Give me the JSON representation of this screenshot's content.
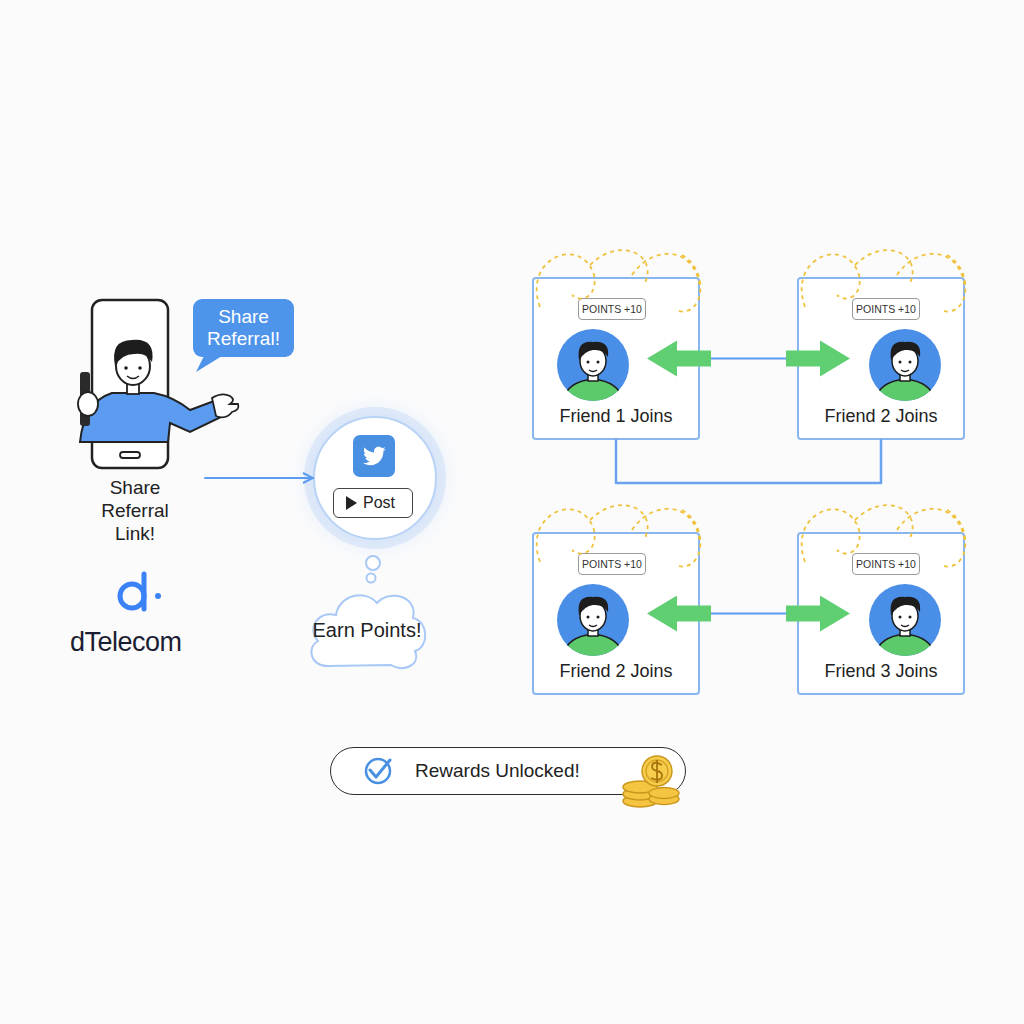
{
  "diagram": {
    "nodes": [
      {
        "text": [
          "Share Referral Link!"
        ]
      },
      {
        "text": [
          "Share Referral!"
        ]
      },
      {
        "text": [
          "Post"
        ]
      },
      {
        "text": [
          "Earn Points!"
        ]
      },
      {
        "text": [
          "Friend 1 Joins"
        ]
      },
      {
        "text": [
          "POINTS +10"
        ],
        "in": 4
      },
      {
        "text": [
          "Friend 2 Joins"
        ]
      },
      {
        "text": [
          "POINTS +10"
        ],
        "in": 6
      },
      {
        "text": [
          "Friend 2 Joins"
        ]
      },
      {
        "text": [
          "POINTS +10"
        ],
        "in": 8
      },
      {
        "text": [
          "Friend 3 Joins"
        ]
      },
      {
        "text": [
          "POINTS +10"
        ],
        "in": 10
      },
      {
        "text": [
          "Rewards Unlocked!"
        ]
      }
    ],
    "edges": [
      {
        "from": 0,
        "to": 2,
        "arrow": "to"
      },
      {
        "from": 4,
        "to": 6,
        "arrow": "both"
      },
      {
        "from": 4,
        "to": 6,
        "arrow": "none"
      },
      {
        "from": 8,
        "to": 10,
        "arrow": "both"
      }
    ],
    "labels": [
      "dTelecom"
    ]
  }
}
